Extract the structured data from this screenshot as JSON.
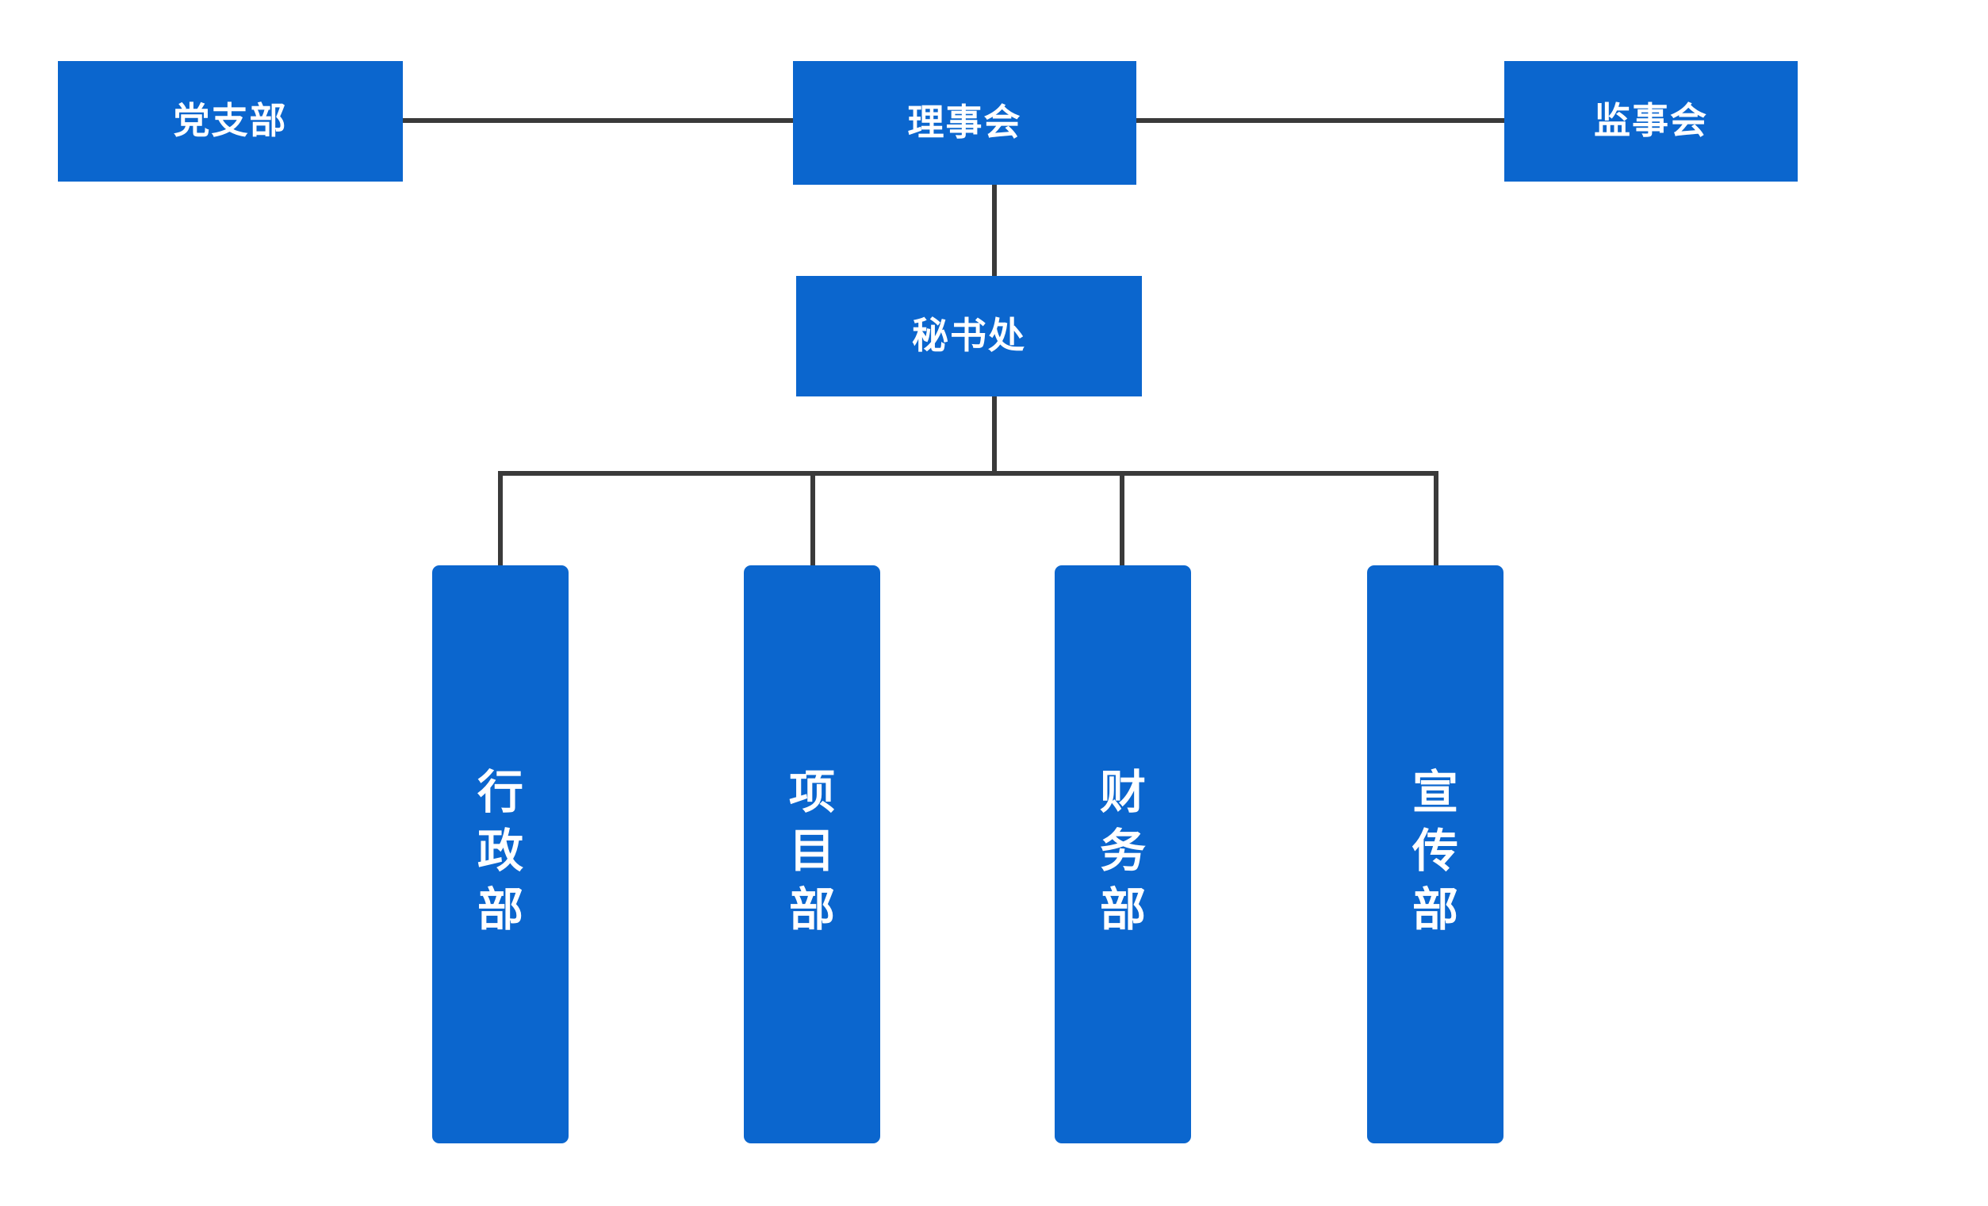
{
  "chart_data": {
    "type": "diagram",
    "diagram_type": "organization-chart",
    "title": "",
    "orientation": "top-down",
    "accent_color": "#0B66CE",
    "line_color": "#3A3A3A",
    "text_color": "#FFFFFF",
    "background_color": "#FFFFFF",
    "nodes": [
      {
        "id": "party_branch",
        "label": "党支部",
        "level": 1,
        "text_orientation": "horizontal"
      },
      {
        "id": "board",
        "label": "理事会",
        "level": 1,
        "text_orientation": "horizontal"
      },
      {
        "id": "supervisors",
        "label": "监事会",
        "level": 1,
        "text_orientation": "horizontal"
      },
      {
        "id": "secretariat",
        "label": "秘书处",
        "level": 2,
        "text_orientation": "horizontal"
      },
      {
        "id": "admin_dept",
        "label": "行政部",
        "level": 3,
        "text_orientation": "vertical"
      },
      {
        "id": "project_dept",
        "label": "项目部",
        "level": 3,
        "text_orientation": "vertical"
      },
      {
        "id": "finance_dept",
        "label": "财务部",
        "level": 3,
        "text_orientation": "vertical"
      },
      {
        "id": "publicity_dept",
        "label": "宣传部",
        "level": 3,
        "text_orientation": "vertical"
      }
    ],
    "edges": [
      {
        "from": "board",
        "to": "party_branch",
        "style": "horizontal"
      },
      {
        "from": "board",
        "to": "supervisors",
        "style": "horizontal"
      },
      {
        "from": "board",
        "to": "secretariat",
        "style": "vertical"
      },
      {
        "from": "secretariat",
        "to": "admin_dept",
        "style": "elbow"
      },
      {
        "from": "secretariat",
        "to": "project_dept",
        "style": "elbow"
      },
      {
        "from": "secretariat",
        "to": "finance_dept",
        "style": "elbow"
      },
      {
        "from": "secretariat",
        "to": "publicity_dept",
        "style": "elbow"
      }
    ]
  },
  "nodes": {
    "party_branch": {
      "label": "党支部"
    },
    "board": {
      "label": "理事会"
    },
    "supervisors": {
      "label": "监事会"
    },
    "secretariat": {
      "label": "秘书处"
    },
    "admin_dept": {
      "label": "行政部",
      "chars": [
        "行",
        "政",
        "部"
      ]
    },
    "project_dept": {
      "label": "项目部",
      "chars": [
        "项",
        "目",
        "部"
      ]
    },
    "finance_dept": {
      "label": "财务部",
      "chars": [
        "财",
        "务",
        "部"
      ]
    },
    "publicity_dept": {
      "label": "宣传部",
      "chars": [
        "宣",
        "传",
        "部"
      ]
    }
  }
}
